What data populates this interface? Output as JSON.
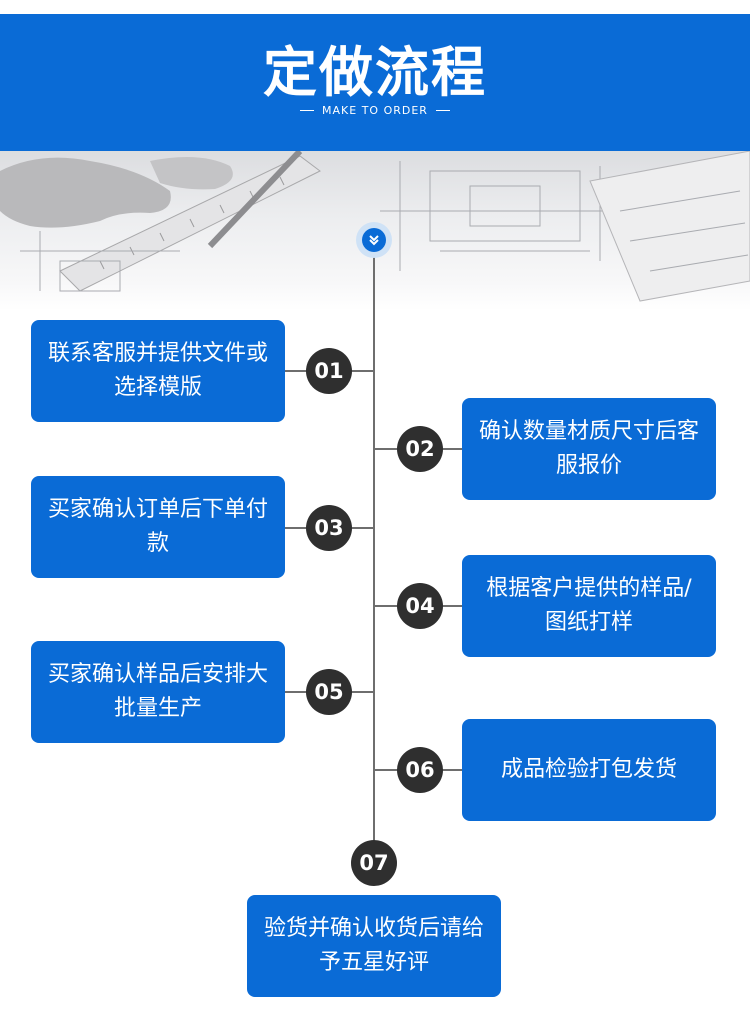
{
  "header": {
    "title": "定做流程",
    "subtitle": "MAKE TO ORDER"
  },
  "steps": [
    {
      "num": "01",
      "text": "联系客服并提供文件或选择模版"
    },
    {
      "num": "02",
      "text": "确认数量材质尺寸后客服报价"
    },
    {
      "num": "03",
      "text": "买家确认订单后下单付款"
    },
    {
      "num": "04",
      "text": "根据客户提供的样品/图纸打样"
    },
    {
      "num": "05",
      "text": "买家确认样品后安排大批量生产"
    },
    {
      "num": "06",
      "text": "成品检验打包发货"
    },
    {
      "num": "07",
      "text": "验货并确认收货后请给予五星好评"
    }
  ],
  "colors": {
    "brand_blue": "#0a6bd6",
    "badge_dark": "#2f2f2f",
    "line_gray": "#6e6e6e"
  },
  "icons": {
    "scroll_down": "double-chevron-down-icon"
  }
}
